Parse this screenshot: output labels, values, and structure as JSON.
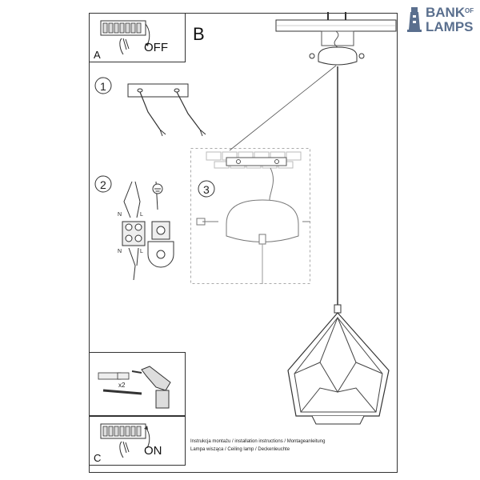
{
  "logo": {
    "line1": "BANK",
    "of": "OF",
    "line2": "LAMPS",
    "color": "#5a6f8e"
  },
  "panels": {
    "a": {
      "letter": "A",
      "state": "OFF"
    },
    "b": {
      "letter": "B"
    },
    "c": {
      "letter": "C",
      "state": "ON"
    }
  },
  "steps": {
    "one": "1",
    "two": "2",
    "three": "3"
  },
  "wiring": {
    "n_top": "N",
    "l_top": "L",
    "n_bottom": "N",
    "l_bottom": "L"
  },
  "screws": {
    "count": "x2"
  },
  "caption": {
    "line1": "Instrukcja montażu / installation instructions / Montageanleitung",
    "line2": "Lampa wisząca / Ceiling lamp / Deckenleuchte"
  }
}
